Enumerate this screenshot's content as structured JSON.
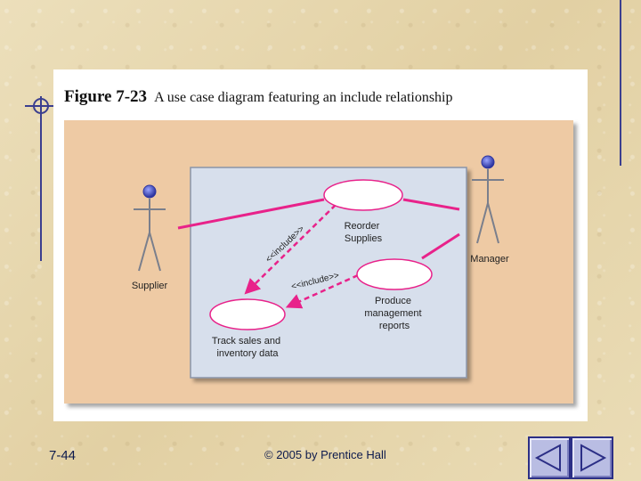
{
  "figure": {
    "number": "Figure 7-23",
    "caption": "A use case diagram featuring an include relationship"
  },
  "diagram": {
    "actors": [
      {
        "id": "supplier",
        "label": "Supplier"
      },
      {
        "id": "manager",
        "label": "Manager"
      }
    ],
    "use_cases": [
      {
        "id": "reorder",
        "label_lines": [
          "Reorder",
          "Supplies"
        ]
      },
      {
        "id": "produce",
        "label_lines": [
          "Produce",
          "management",
          "reports"
        ]
      },
      {
        "id": "track",
        "label_lines": [
          "Track sales and",
          "inventory data"
        ]
      }
    ],
    "relations": [
      {
        "from": "supplier",
        "to": "reorder",
        "type": "association"
      },
      {
        "from": "manager",
        "to": "reorder",
        "type": "association"
      },
      {
        "from": "manager",
        "to": "produce",
        "type": "association"
      },
      {
        "from": "reorder",
        "to": "track",
        "type": "include",
        "label": "<<include>>"
      },
      {
        "from": "produce",
        "to": "track",
        "type": "include",
        "label": "<<include>>"
      }
    ],
    "colors": {
      "relation": "#e8228a",
      "system_fill": "#d7dfec",
      "system_border": "#8a94a8",
      "background": "#eecaa4",
      "actor_head": "#4a52b8"
    }
  },
  "footer": {
    "slide_number": "7-44",
    "copyright": "© 2005 by Prentice Hall"
  },
  "nav": {
    "prev_icon": "triangle-left-icon",
    "next_icon": "triangle-right-icon"
  }
}
